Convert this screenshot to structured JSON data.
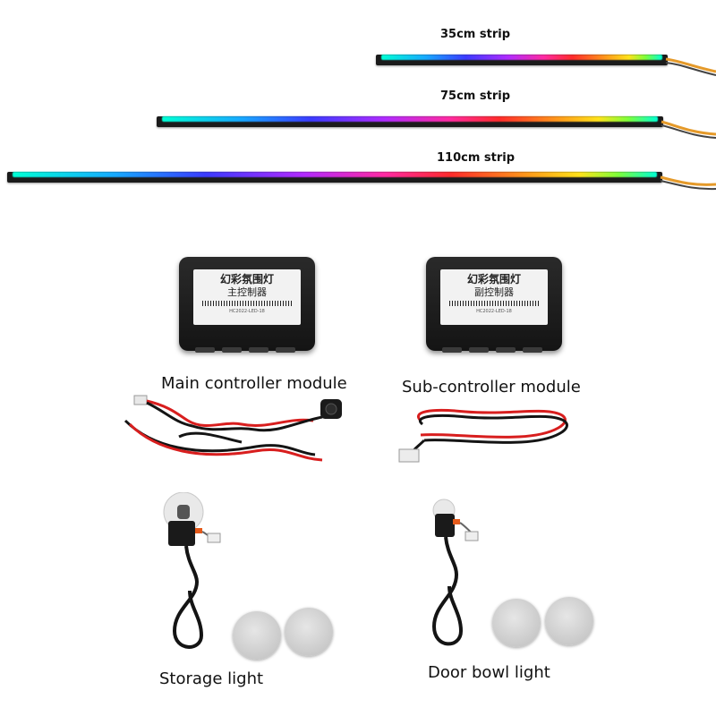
{
  "strips": [
    {
      "label": "35cm strip"
    },
    {
      "label": "75cm strip"
    },
    {
      "label": "110cm strip"
    }
  ],
  "controllers": {
    "main": {
      "caption": "Main controller module",
      "sticker_line1": "幻彩氛围灯",
      "sticker_line2": "主控制器",
      "sticker_small": "HC2022-LED-18"
    },
    "sub": {
      "caption": "Sub-controller module",
      "sticker_line1": "幻彩氛围灯",
      "sticker_line2": "副控制器",
      "sticker_small": "HC2022-LED-18"
    }
  },
  "lights": {
    "storage": {
      "caption": "Storage light"
    },
    "door_bowl": {
      "caption": "Door bowl light"
    }
  },
  "colors": {
    "background": "#ffffff",
    "strip_body": "#1b1b1b",
    "controller_body": "#1e1e1e",
    "wire_red": "#d81e1e",
    "wire_black": "#141414"
  }
}
